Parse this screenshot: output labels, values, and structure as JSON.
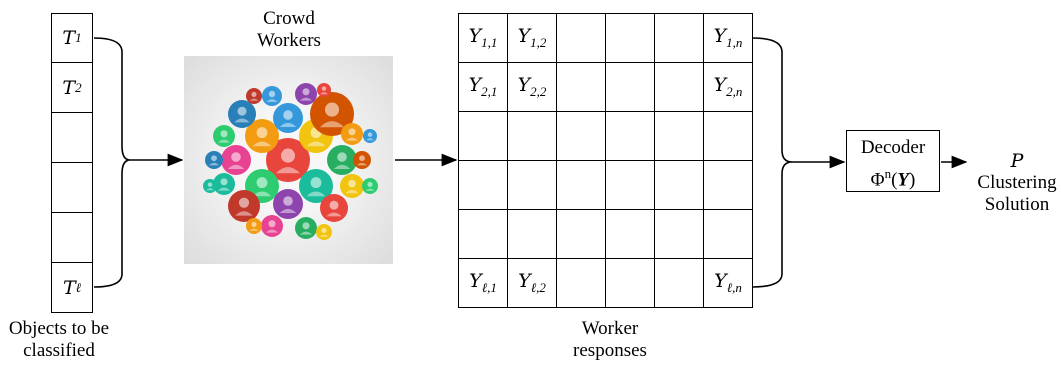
{
  "objects": {
    "cells": [
      {
        "var": "T",
        "sub": "1"
      },
      {
        "var": "T",
        "sub": "2"
      },
      {
        "var": "",
        "sub": ""
      },
      {
        "var": "",
        "sub": ""
      },
      {
        "var": "",
        "sub": ""
      },
      {
        "var": "T",
        "sub": "ℓ"
      }
    ],
    "caption_line1": "Objects to be",
    "caption_line2": "classified"
  },
  "crowd": {
    "title_line1": "Crowd",
    "title_line2": "Workers"
  },
  "matrix": {
    "rows": [
      [
        {
          "var": "Y",
          "sub": "1,1"
        },
        {
          "var": "Y",
          "sub": "1,2"
        },
        {
          "var": "",
          "sub": ""
        },
        {
          "var": "",
          "sub": ""
        },
        {
          "var": "",
          "sub": ""
        },
        {
          "var": "Y",
          "sub": "1,n"
        }
      ],
      [
        {
          "var": "Y",
          "sub": "2,1"
        },
        {
          "var": "Y",
          "sub": "2,2"
        },
        {
          "var": "",
          "sub": ""
        },
        {
          "var": "",
          "sub": ""
        },
        {
          "var": "",
          "sub": ""
        },
        {
          "var": "Y",
          "sub": "2,n"
        }
      ],
      [
        {
          "var": "",
          "sub": ""
        },
        {
          "var": "",
          "sub": ""
        },
        {
          "var": "",
          "sub": ""
        },
        {
          "var": "",
          "sub": ""
        },
        {
          "var": "",
          "sub": ""
        },
        {
          "var": "",
          "sub": ""
        }
      ],
      [
        {
          "var": "",
          "sub": ""
        },
        {
          "var": "",
          "sub": ""
        },
        {
          "var": "",
          "sub": ""
        },
        {
          "var": "",
          "sub": ""
        },
        {
          "var": "",
          "sub": ""
        },
        {
          "var": "",
          "sub": ""
        }
      ],
      [
        {
          "var": "",
          "sub": ""
        },
        {
          "var": "",
          "sub": ""
        },
        {
          "var": "",
          "sub": ""
        },
        {
          "var": "",
          "sub": ""
        },
        {
          "var": "",
          "sub": ""
        },
        {
          "var": "",
          "sub": ""
        }
      ],
      [
        {
          "var": "Y",
          "sub": "ℓ,1"
        },
        {
          "var": "Y",
          "sub": "ℓ,2"
        },
        {
          "var": "",
          "sub": ""
        },
        {
          "var": "",
          "sub": ""
        },
        {
          "var": "",
          "sub": ""
        },
        {
          "var": "Y",
          "sub": "ℓ,n"
        }
      ]
    ],
    "caption_line1": "Worker",
    "caption_line2": "responses"
  },
  "decoder": {
    "title": "Decoder",
    "func": "Φ",
    "sup": "n",
    "arg": "Y"
  },
  "output": {
    "var": "P",
    "line1": "Clustering",
    "line2": "Solution"
  },
  "colors": {
    "bubbles": [
      "#e8463c",
      "#f39c12",
      "#f1c40f",
      "#2ecc71",
      "#1abc9c",
      "#3498db",
      "#8e44ad",
      "#e84393",
      "#27ae60",
      "#d35400",
      "#2980b9",
      "#c0392b"
    ]
  }
}
